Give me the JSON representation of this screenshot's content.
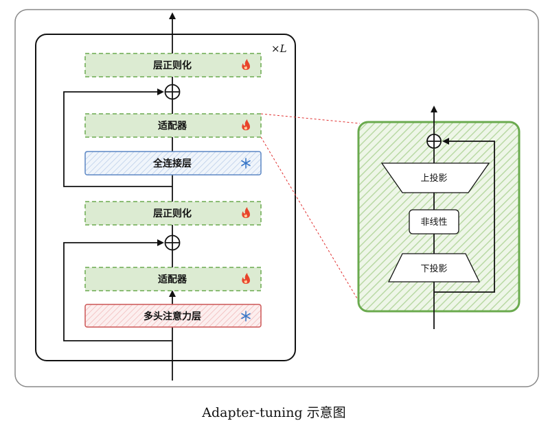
{
  "caption": "Adapter-tuning 示意图",
  "repeat_label": "×L",
  "colors": {
    "green_fill": "#dcebd2",
    "green_border": "#6aaa4e",
    "blue_fill": "#dbe6f4",
    "blue_border": "#5b86c4",
    "red_fill": "#f7d9d9",
    "red_border": "#cc5555",
    "fire": "#e8442c",
    "snow": "#3a78c8",
    "connector": "#e03030"
  },
  "blocks": {
    "layernorm_top": {
      "label": "层正则化",
      "icon": "fire-icon"
    },
    "adapter_top": {
      "label": "适配器",
      "icon": "fire-icon"
    },
    "fc_layer": {
      "label": "全连接层",
      "icon": "snowflake-icon"
    },
    "layernorm_mid": {
      "label": "层正则化",
      "icon": "fire-icon"
    },
    "adapter_bottom": {
      "label": "适配器",
      "icon": "fire-icon"
    },
    "mha_layer": {
      "label": "多头注意力层",
      "icon": "snowflake-icon"
    }
  },
  "adapter_detail": {
    "up_projection": "上投影",
    "nonlinearity": "非线性",
    "down_projection": "下投影"
  }
}
